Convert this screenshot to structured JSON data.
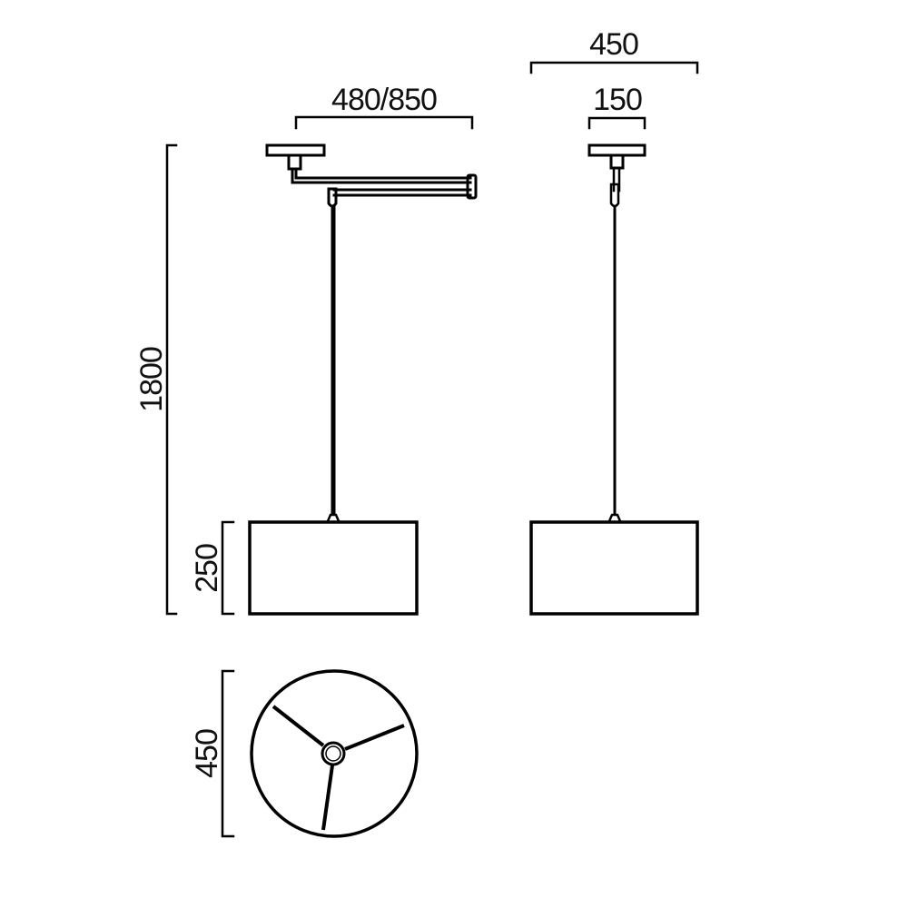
{
  "drawing": {
    "type": "technical-dimension-drawing",
    "subject": "swing-arm pendant lamp with drum shade",
    "line_color": "#000000",
    "background": "#ffffff",
    "views": [
      {
        "name": "front-view",
        "description": "side elevation with extendable swing arm"
      },
      {
        "name": "side-view",
        "description": "side elevation, arm end-on"
      },
      {
        "name": "bottom-view",
        "description": "plan view of shade with three spider arms"
      }
    ]
  },
  "dimensions": {
    "arm_reach": "480/850",
    "overall_width": "450",
    "canopy_width": "150",
    "total_height": "1800",
    "shade_height": "250",
    "shade_diameter": "450"
  }
}
